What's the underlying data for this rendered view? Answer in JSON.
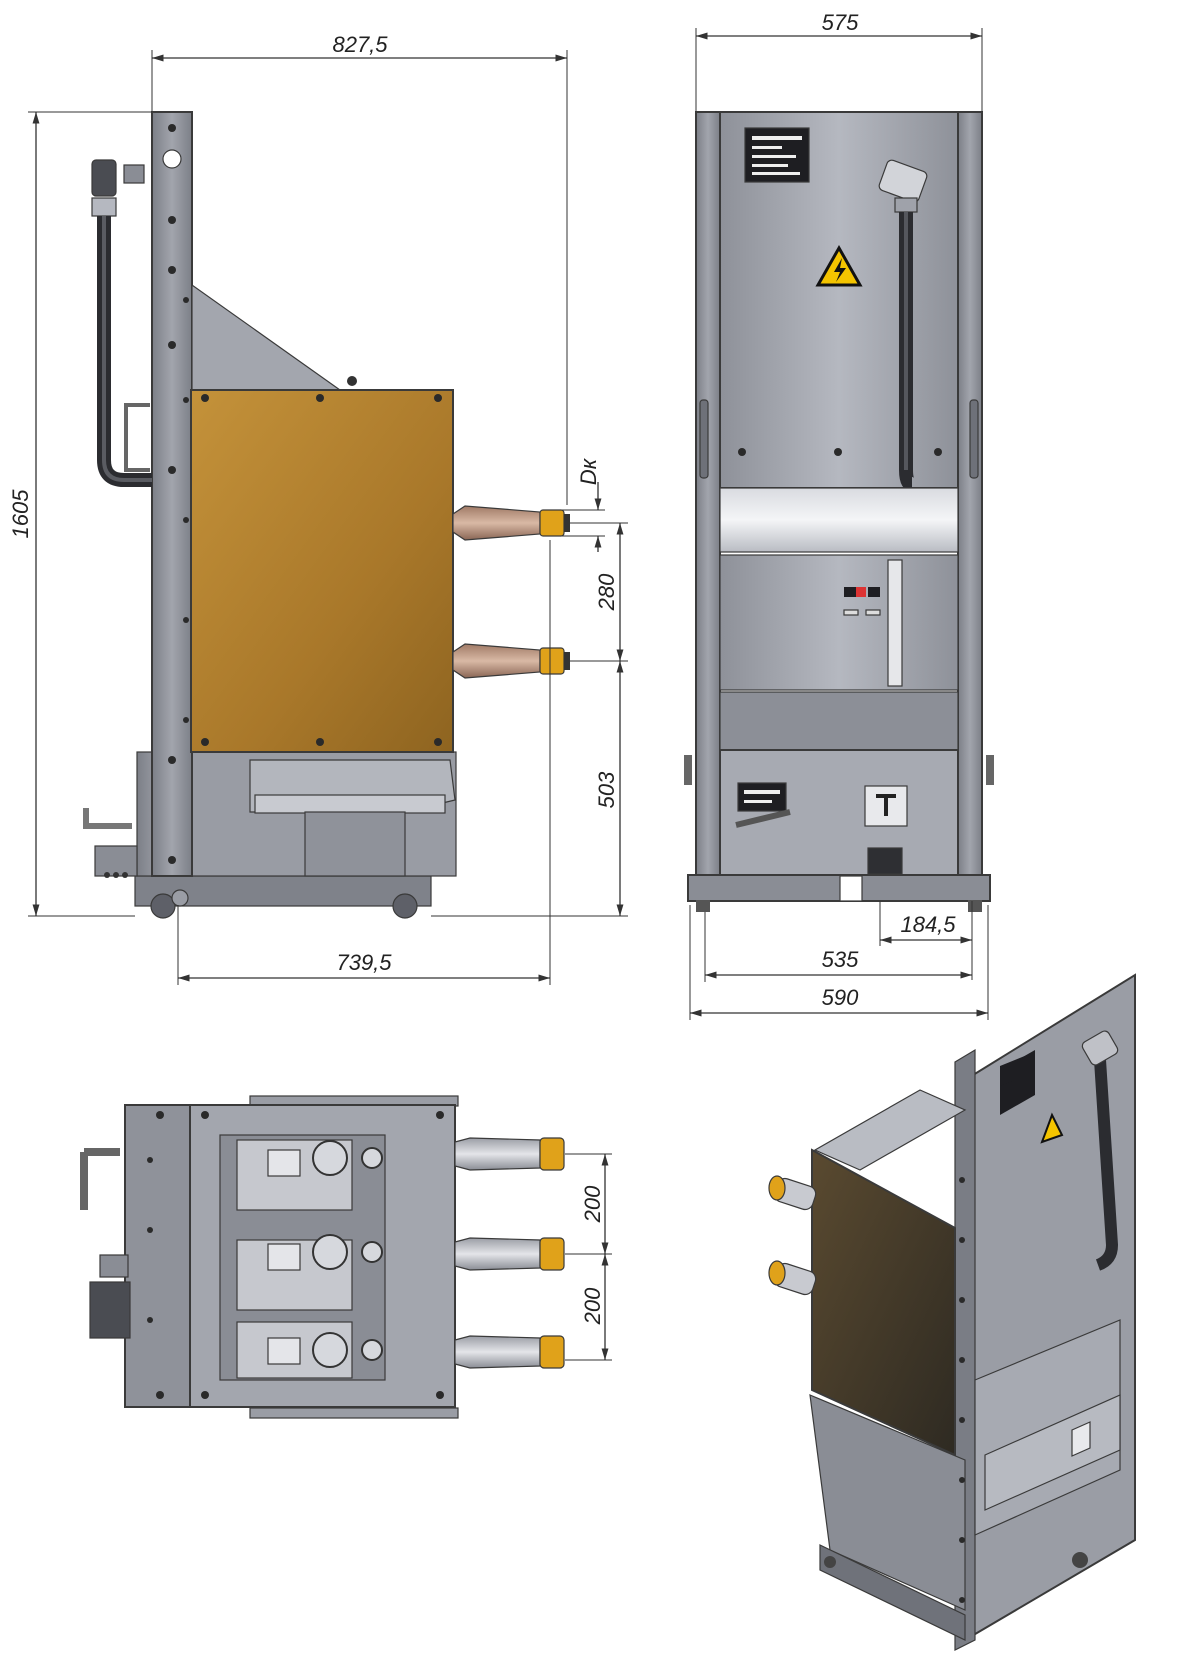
{
  "dimensions": {
    "side_width": "827,5",
    "side_height": "1605",
    "contact_d": "Dк",
    "pole_pitch_side": "280",
    "contact_height": "503",
    "wheel_span": "739,5",
    "front_width_top": "575",
    "front_offset": "184,5",
    "front_width_mid": "535",
    "front_width_bottom": "590",
    "pole_pitch_top_1": "200",
    "pole_pitch_top_2": "200"
  },
  "colors": {
    "frame": "#8a8d95",
    "frame_dark": "#5e6068",
    "cover": "#b8862e",
    "panel": "#a7aab2",
    "contact_yellow": "#e0a21a"
  },
  "views": [
    "side-view",
    "front-view",
    "top-view",
    "isometric-view"
  ],
  "icons": [
    "high-voltage-warning-icon",
    "nameplate-icon"
  ]
}
